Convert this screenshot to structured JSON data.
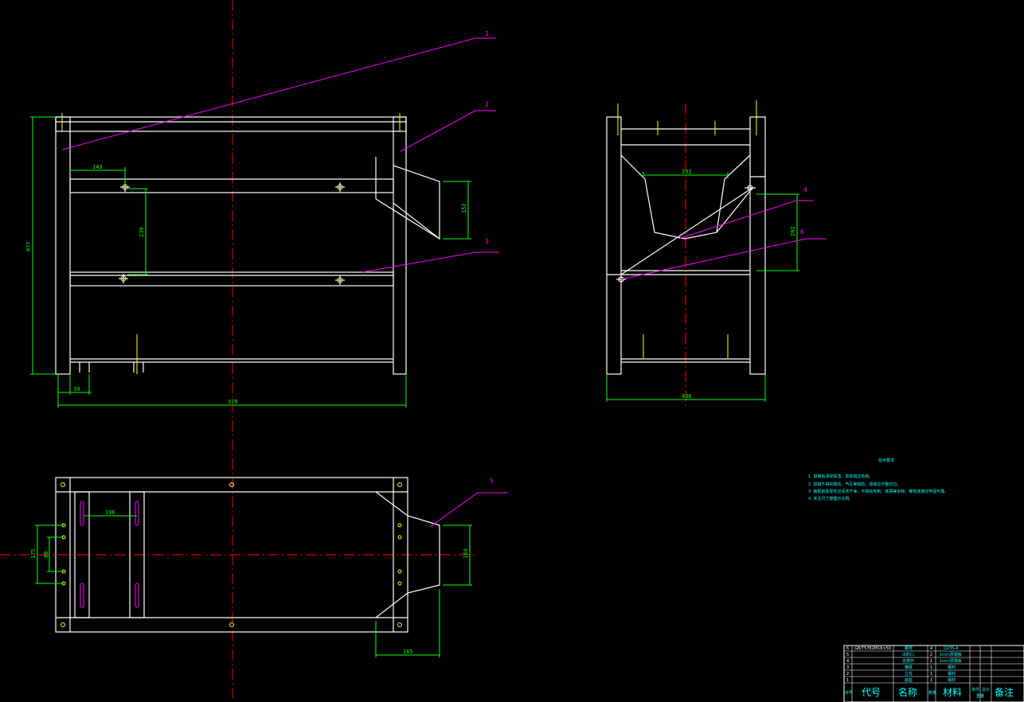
{
  "balloons": [
    "1",
    "2",
    "3",
    "4",
    "6",
    "5"
  ],
  "dimensions": {
    "front_top": "143",
    "front_mid": "239",
    "front_right": "152",
    "front_height": "877",
    "front_small": "30",
    "front_total": "978",
    "side_top": "232",
    "side_right": "282",
    "side_total": "436",
    "top_inner": "196",
    "top_left_a": "175",
    "top_left_b": "80",
    "top_right": "164",
    "top_bottom": "165"
  },
  "notes": {
    "title": "技术要求",
    "lines": [
      "1. 焊接后清除焊渣，去除锐边毛刺。",
      "2. 焊缝不得有裂纹、气孔等缺陷，焊缝应平整均匀。",
      "3. 装配前各零件应清洗干净，不得有毛刺、铁屑等杂物，螺栓连接应牢固可靠。",
      "4. 未注尺寸按图示比例。"
    ]
  },
  "title_block": {
    "rows": [
      {
        "no": "6",
        "code": "GB/T5782M16×50",
        "name": "螺栓",
        "qty": "4",
        "material": "Q235-A"
      },
      {
        "no": "5",
        "code": "",
        "name": "出料口",
        "qty": "2",
        "material": "1mm厚钢板"
      },
      {
        "no": "4",
        "code": "",
        "name": "支撑杆",
        "qty": "1",
        "material": "1mm厚钢板"
      },
      {
        "no": "3",
        "code": "",
        "name": "横梁",
        "qty": "1",
        "material": "钢材"
      },
      {
        "no": "2",
        "code": "",
        "name": "立柱",
        "qty": "1",
        "material": "钢材"
      },
      {
        "no": "1",
        "code": "",
        "name": "底座",
        "qty": "1",
        "material": "钢材"
      }
    ],
    "header": {
      "no": "序号",
      "code": "代号",
      "name": "名称",
      "qty": "数量",
      "material": "材料",
      "weight_single": "单件",
      "weight_total": "总计",
      "weight_label": "重量",
      "remark": "备注"
    }
  },
  "colors": {
    "outline": "#ffffff",
    "dimension": "#00ff00",
    "leader": "#ff00ff",
    "centerline": "#ff0000",
    "hole": "#ffff00",
    "notes": "#00ffff"
  }
}
